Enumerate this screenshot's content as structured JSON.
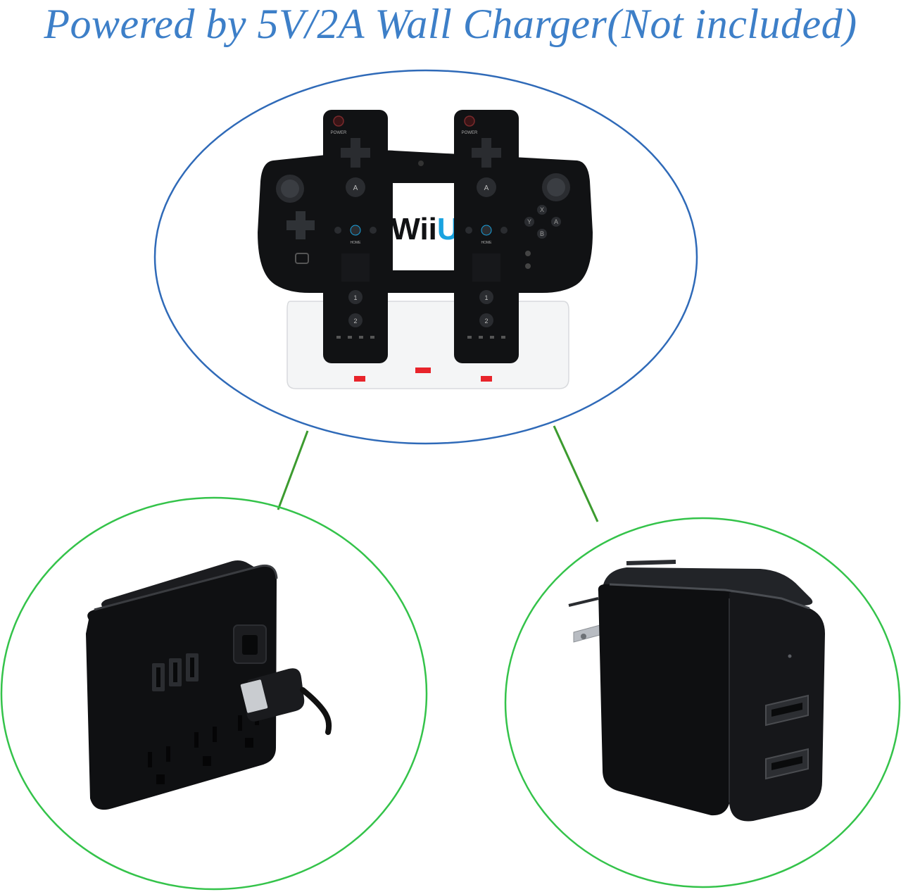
{
  "headline": {
    "text": "Powered by 5V/2A  Wall Charger(Not included)",
    "color": "#3d7fc8"
  },
  "colors": {
    "top_circle": "#2f6ab8",
    "bottom_circles": "#34c34a",
    "connectors": "#3c9b2f",
    "device_black": "#111214",
    "dock_white": "#f4f5f6",
    "indicator_red": "#e8242b"
  },
  "product": {
    "console_brand": "Wii U",
    "remote_left": {
      "power_label": "POWER",
      "a_label": "A",
      "home_label": "HOME",
      "btn1_label": "1",
      "btn2_label": "2"
    },
    "remote_right": {
      "power_label": "POWER",
      "a_label": "A",
      "home_label": "HOME",
      "btn1_label": "1",
      "btn2_label": "2"
    },
    "gamepad": {
      "face_x": "X",
      "face_y": "Y",
      "face_a": "A",
      "face_b": "B"
    }
  },
  "icons": {
    "top": "charging-dock-with-remotes-icon",
    "bottom_left": "power-strip-usb-icon",
    "bottom_right": "usb-wall-charger-icon"
  }
}
